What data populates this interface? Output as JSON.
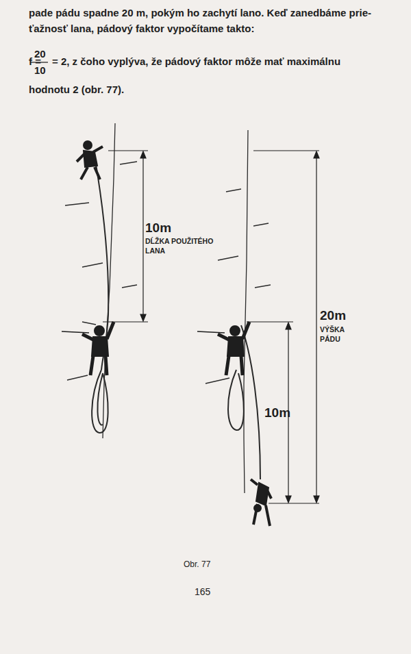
{
  "diagram": {
    "labels": [
      "pade pádu spadne 20 m, pokým ho zachytí lano. Keď zanedbáme prie-",
      "ťažnosť lana, pádový faktor vypočítame takto:",
      "f =",
      "20",
      "10",
      "= 2, z čoho vyplýva, že pádový faktor môže mať maximálnu",
      "hodnotu 2 (obr. 77).",
      "10m",
      "DĹŽKA POUŽITÉHO LANA",
      "20m",
      "VÝŠKA PÁDU",
      "10m",
      "Obr. 77",
      "165"
    ]
  }
}
